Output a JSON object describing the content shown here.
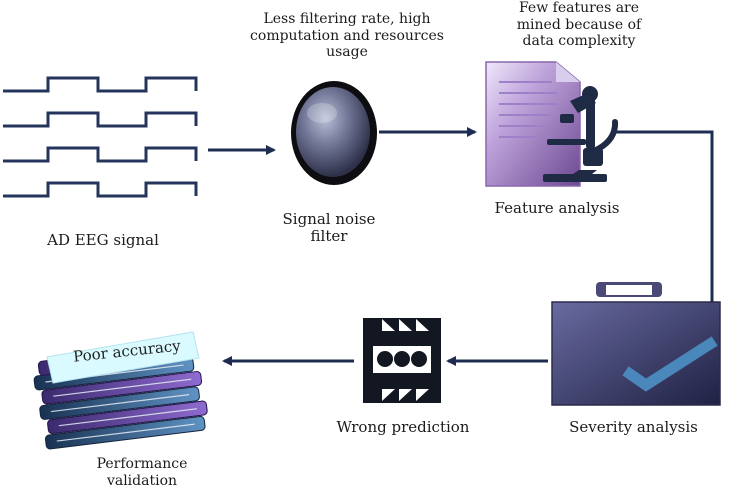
{
  "labels": {
    "filter_issue": "Less filtering rate, high computation and resources usage",
    "feature_issue": "Few features are mined because of data complexity",
    "ad_eeg_signal": "AD EEG signal",
    "signal_noise_filter": "Signal noise filter",
    "feature_analysis": "Feature analysis",
    "severity_analysis": "Severity analysis",
    "wrong_prediction": "Wrong prediction",
    "performance_validation": "Performance validation",
    "poor_accuracy": "Poor accuracy"
  },
  "colors": {
    "arrow": "#1d2d52",
    "signal_wave": "#24345c",
    "lens_dark": "#0d0d12",
    "lens_inner": "#6f7595",
    "document": "#7c579d",
    "document_light": "#e7ddf3",
    "microscope": "#1f2b45",
    "briefcase": "#4b4a76",
    "check": "#4a87bb",
    "icon_frame": "#121722",
    "books_blue": "#2f6095",
    "books_purple": "#6e55a8",
    "sticky_note": "#d9fbff"
  }
}
